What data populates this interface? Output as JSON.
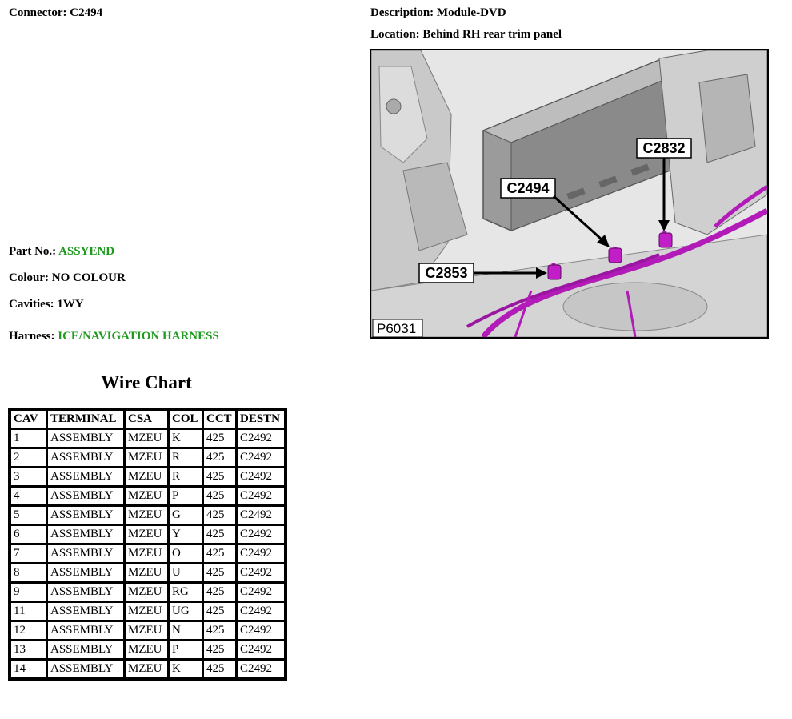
{
  "header": {
    "connector_label": "Connector:",
    "connector_value": "C2494",
    "description_label": "Description:",
    "description_value": "Module-DVD",
    "location_label": "Location:",
    "location_value": "Behind RH rear trim panel"
  },
  "details": {
    "part_no_label": "Part No.:",
    "part_no_value": "ASSYEND",
    "colour_label": "Colour:",
    "colour_value": "NO COLOUR",
    "cavities_label": "Cavities:",
    "cavities_value": "1WY",
    "harness_label": "Harness:",
    "harness_value": "ICE/NAVIGATION HARNESS"
  },
  "colors": {
    "link_green": "#1f9a1f",
    "harness_purple": "#b21bb8"
  },
  "wire_chart": {
    "title": "Wire Chart",
    "columns": [
      "CAV",
      "TERMINAL",
      "CSA",
      "COL",
      "CCT",
      "DESTN"
    ],
    "rows": [
      [
        "1",
        "ASSEMBLY",
        "MZEU",
        "K",
        "425",
        "C2492"
      ],
      [
        "2",
        "ASSEMBLY",
        "MZEU",
        "R",
        "425",
        "C2492"
      ],
      [
        "3",
        "ASSEMBLY",
        "MZEU",
        "R",
        "425",
        "C2492"
      ],
      [
        "4",
        "ASSEMBLY",
        "MZEU",
        "P",
        "425",
        "C2492"
      ],
      [
        "5",
        "ASSEMBLY",
        "MZEU",
        "G",
        "425",
        "C2492"
      ],
      [
        "6",
        "ASSEMBLY",
        "MZEU",
        "Y",
        "425",
        "C2492"
      ],
      [
        "7",
        "ASSEMBLY",
        "MZEU",
        "O",
        "425",
        "C2492"
      ],
      [
        "8",
        "ASSEMBLY",
        "MZEU",
        "U",
        "425",
        "C2492"
      ],
      [
        "9",
        "ASSEMBLY",
        "MZEU",
        "RG",
        "425",
        "C2492"
      ],
      [
        "11",
        "ASSEMBLY",
        "MZEU",
        "UG",
        "425",
        "C2492"
      ],
      [
        "12",
        "ASSEMBLY",
        "MZEU",
        "N",
        "425",
        "C2492"
      ],
      [
        "13",
        "ASSEMBLY",
        "MZEU",
        "P",
        "425",
        "C2492"
      ],
      [
        "14",
        "ASSEMBLY",
        "MZEU",
        "K",
        "425",
        "C2492"
      ]
    ]
  },
  "image": {
    "callouts": [
      "C2832",
      "C2494",
      "C2853"
    ],
    "ref": "P6031"
  }
}
